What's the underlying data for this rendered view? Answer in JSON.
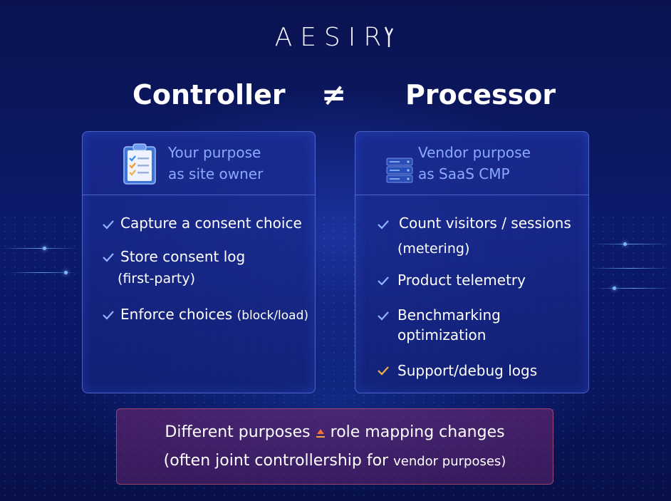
{
  "brand": {
    "logo_text": "AESIR"
  },
  "header": {
    "left_title": "Controller",
    "relation_symbol": "≠",
    "right_title": "Processor"
  },
  "controller": {
    "title": "Your purpose\nas site owner",
    "icon": "clipboard-checklist-icon",
    "items": [
      {
        "text": "Capture a consent choice",
        "sub": "",
        "check_color": "#8fb4ff"
      },
      {
        "text": "Store consent log",
        "sub": "(first-party)",
        "check_color": "#8fb4ff"
      },
      {
        "text": "Enforce choices",
        "inline_small": "(block/load)",
        "check_color": "#8fb4ff"
      }
    ]
  },
  "processor": {
    "title": "Vendor purpose\nas SaaS CMP",
    "icon": "server-stack-icon",
    "items": [
      {
        "text": "Count visitors / sessions",
        "sub": "(metering)",
        "check_color": "#8fb4ff"
      },
      {
        "text": "Product telemetry",
        "sub": "",
        "check_color": "#8fb4ff"
      },
      {
        "text": "Benchmarking",
        "sub": "optimization",
        "check_color": "#8fb4ff"
      },
      {
        "text": "Support/debug logs",
        "sub": "",
        "check_color": "#f2b13c"
      }
    ]
  },
  "banner": {
    "line1_a": "Different purposes",
    "line1_b": "role mapping changes",
    "line2_a": "(often joint controllership for",
    "line2_b": "vendor purposes)",
    "arrow_icon": "orange-arrow-icon"
  },
  "colors": {
    "accent_text": "#8aa9ff",
    "warning_check": "#f2b13c",
    "banner_border": "#c85a78"
  }
}
